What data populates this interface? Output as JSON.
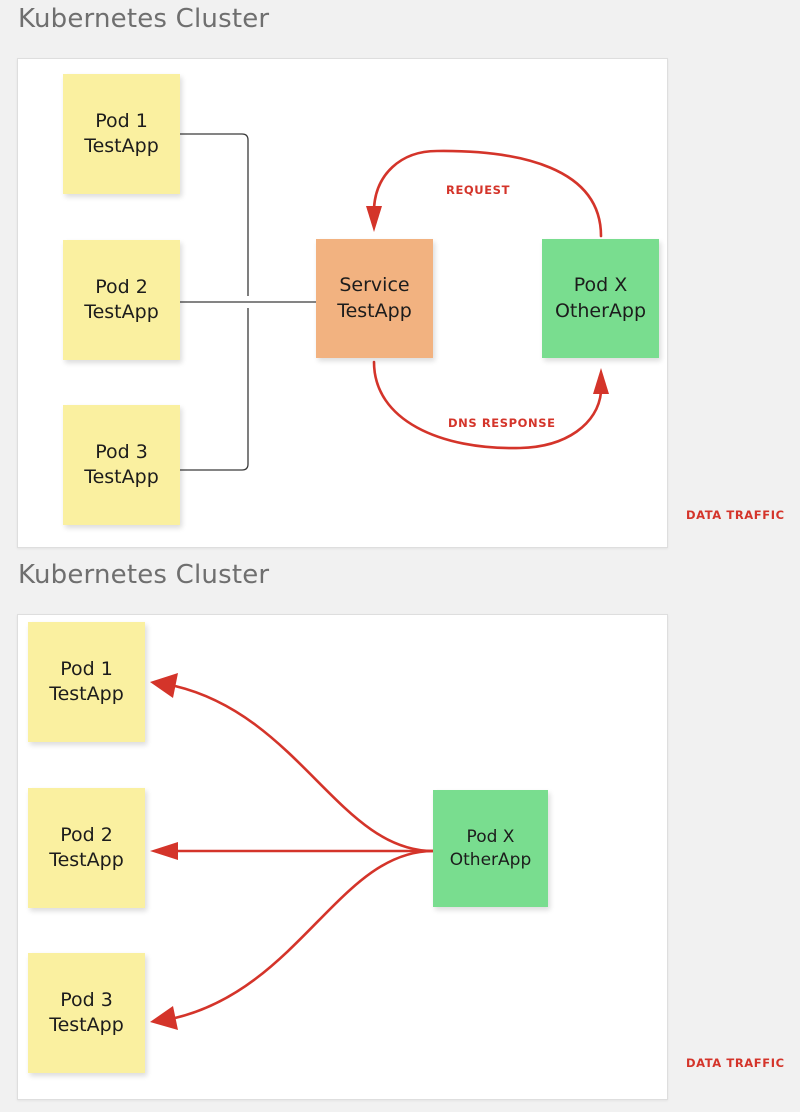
{
  "page": {
    "background": "#f1f1f1",
    "accent_red": "#d4342a",
    "pod_color": "#faf0a0",
    "service_color": "#f2b280",
    "other_pod_color": "#79dd8f",
    "panel_background": "#ffffff",
    "panel_border": "#dedede",
    "title_color": "#6f6f6f"
  },
  "diagrams": [
    {
      "title": "Kubernetes Cluster",
      "nodes": [
        {
          "name": "pod-1",
          "line1": "Pod 1",
          "line2": "TestApp"
        },
        {
          "name": "pod-2",
          "line1": "Pod 2",
          "line2": "TestApp"
        },
        {
          "name": "pod-3",
          "line1": "Pod 3",
          "line2": "TestApp"
        },
        {
          "name": "service",
          "line1": "Service",
          "line2": "TestApp"
        },
        {
          "name": "pod-x",
          "line1": "Pod X",
          "line2": "OtherApp"
        }
      ],
      "flows": [
        {
          "name": "request",
          "label": "REQUEST",
          "from": "pod-x",
          "to": "service"
        },
        {
          "name": "dns-response",
          "label": "DNS RESPONSE",
          "from": "service",
          "to": "pod-x"
        }
      ],
      "legend": "DATA TRAFFIC"
    },
    {
      "title": "Kubernetes Cluster",
      "nodes": [
        {
          "name": "pod-1",
          "line1": "Pod 1",
          "line2": "TestApp"
        },
        {
          "name": "pod-2",
          "line1": "Pod 2",
          "line2": "TestApp"
        },
        {
          "name": "pod-3",
          "line1": "Pod 3",
          "line2": "TestApp"
        },
        {
          "name": "pod-x",
          "line1": "Pod X",
          "line2": "OtherApp"
        }
      ],
      "flows": [
        {
          "name": "pod-x-to-pod-1",
          "label": "",
          "from": "pod-x",
          "to": "pod-1"
        },
        {
          "name": "pod-x-to-pod-2",
          "label": "",
          "from": "pod-x",
          "to": "pod-2"
        },
        {
          "name": "pod-x-to-pod-3",
          "label": "",
          "from": "pod-x",
          "to": "pod-3"
        }
      ],
      "legend": "DATA TRAFFIC"
    }
  ]
}
